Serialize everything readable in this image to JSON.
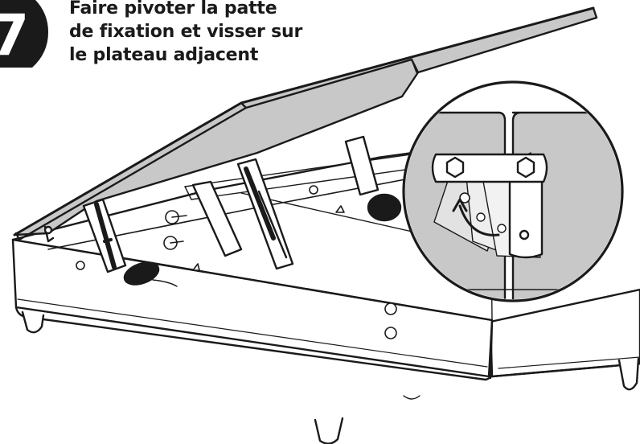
{
  "step": {
    "number": "7",
    "title_lines": [
      "Faire pivoter la patte",
      "de fixation et visser sur",
      "le plateau adjacent"
    ]
  },
  "colors": {
    "ink": "#1a1a1a",
    "panel_grey": "#c8c8c8",
    "panel_light": "#e2e2e2",
    "badge": "#1a1a1a",
    "background": "#ffffff"
  },
  "icons": {
    "badge": "step-number-badge",
    "rotate": "rotate-arrow-icon"
  }
}
